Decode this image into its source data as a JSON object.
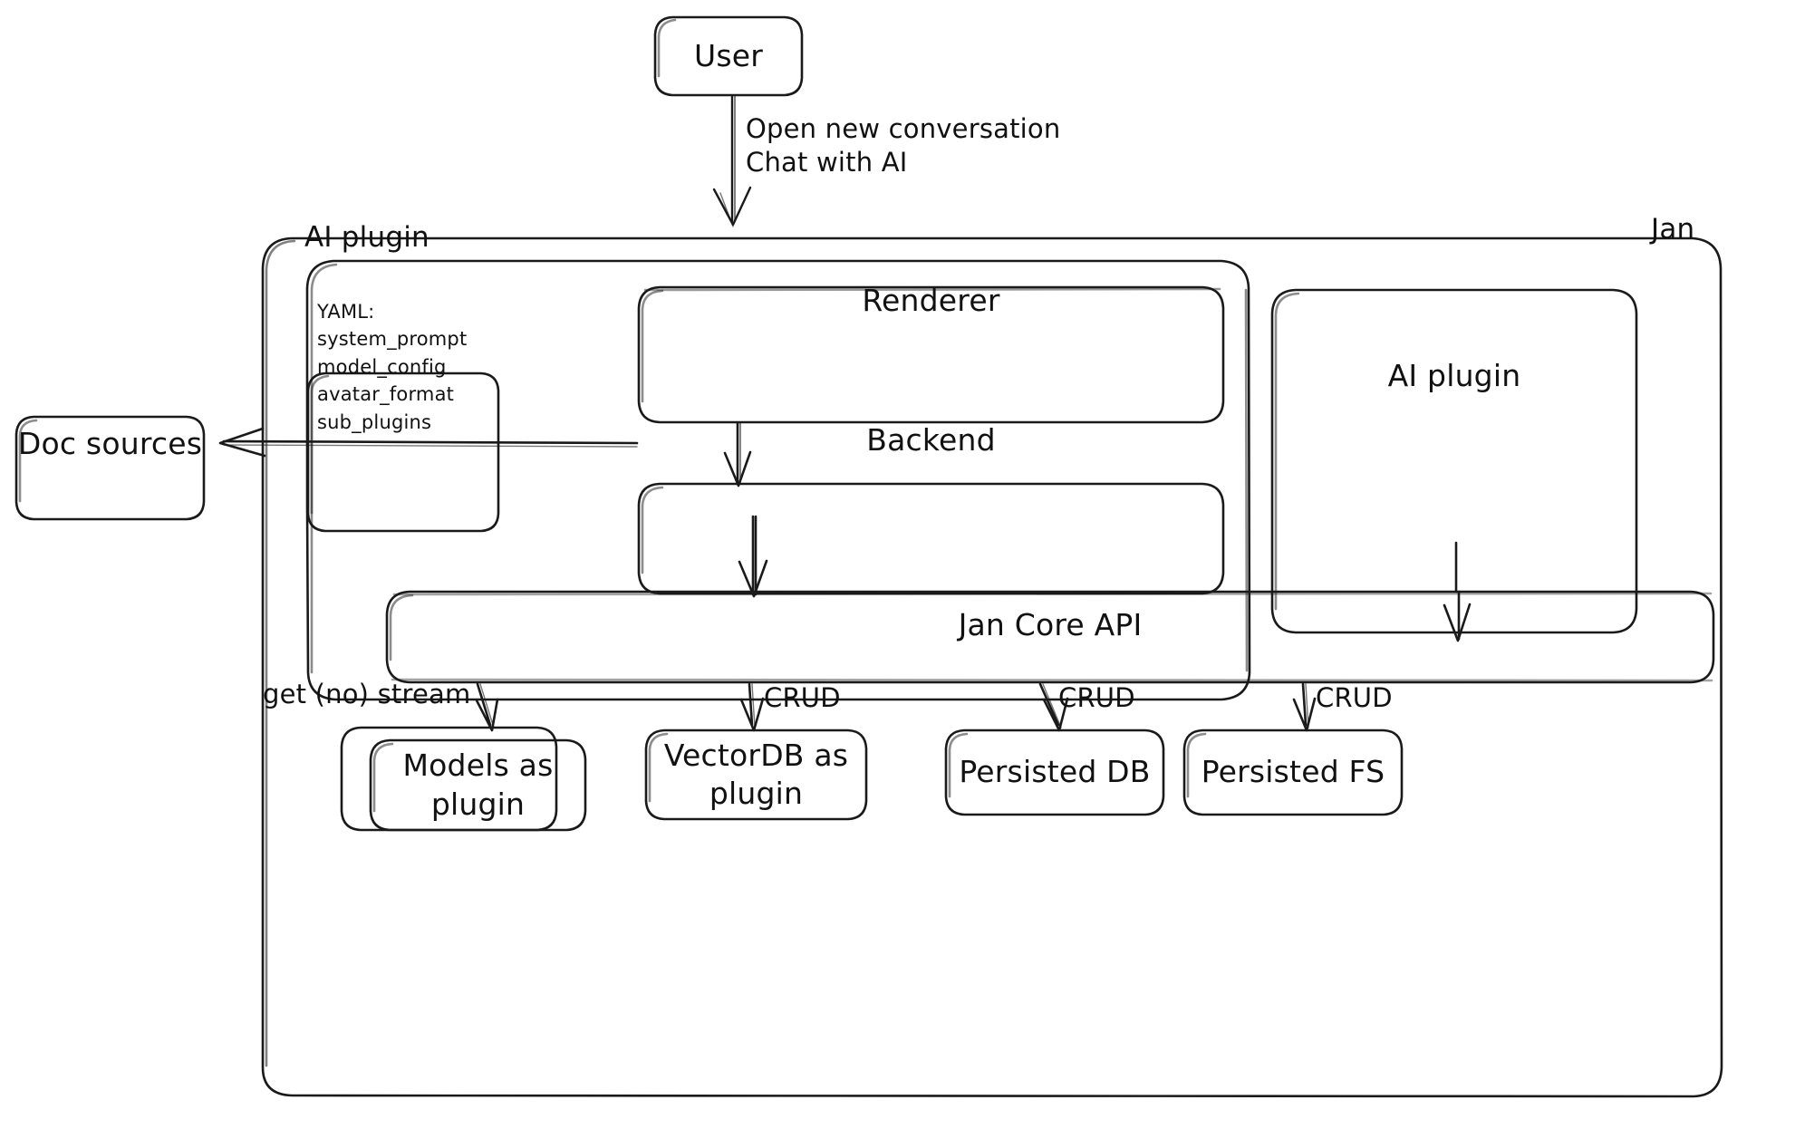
{
  "diagram": {
    "type": "architecture-flowchart",
    "style": "hand-drawn",
    "title_container": "Jan",
    "stroke_color": "#1a1a1a",
    "background_color": "#ffffff",
    "text_color": "#111111"
  },
  "nodes": {
    "user": {
      "label": "User"
    },
    "doc_sources": {
      "label": "Doc sources"
    },
    "ai_plugin_group": {
      "label": "AI plugin"
    },
    "yaml_card": {
      "header": "YAML:",
      "items": [
        "system_prompt",
        "model_config",
        "avatar_format",
        "sub_plugins"
      ],
      "text": "YAML:\nsystem_prompt\nmodel_config\navatar_format\nsub_plugins"
    },
    "renderer": {
      "label": "Renderer"
    },
    "backend": {
      "label": "Backend"
    },
    "ai_plugin_right": {
      "label": "AI plugin"
    },
    "jan_core_api": {
      "label": "Jan Core API"
    },
    "models_as_plugin": {
      "label": "Models as\nplugin"
    },
    "vectordb_as_plugin": {
      "label": "VectorDB as\nplugin"
    },
    "persisted_db": {
      "label": "Persisted DB"
    },
    "persisted_fs": {
      "label": "Persisted FS"
    },
    "jan_container": {
      "label": "Jan"
    }
  },
  "edges": [
    {
      "from": "user",
      "to": "renderer",
      "label": "Open new conversation\nChat with AI"
    },
    {
      "from": "renderer",
      "to": "backend",
      "label": ""
    },
    {
      "from": "backend",
      "to": "doc_sources",
      "label": ""
    },
    {
      "from": "backend",
      "to": "jan_core_api",
      "label": ""
    },
    {
      "from": "ai_plugin_right",
      "to": "jan_core_api",
      "label": ""
    },
    {
      "from": "jan_core_api",
      "to": "models_as_plugin",
      "label": "get (no) stream"
    },
    {
      "from": "jan_core_api",
      "to": "vectordb_as_plugin",
      "label": "CRUD"
    },
    {
      "from": "jan_core_api",
      "to": "persisted_db",
      "label": "CRUD"
    },
    {
      "from": "jan_core_api",
      "to": "persisted_fs",
      "label": "CRUD"
    }
  ],
  "edge_labels": {
    "user_to_renderer": "Open new conversation\nChat with AI",
    "core_to_models": "get (no) stream",
    "core_to_vectordb": "CRUD",
    "core_to_persisted_db": "CRUD",
    "core_to_persisted_fs": "CRUD"
  }
}
